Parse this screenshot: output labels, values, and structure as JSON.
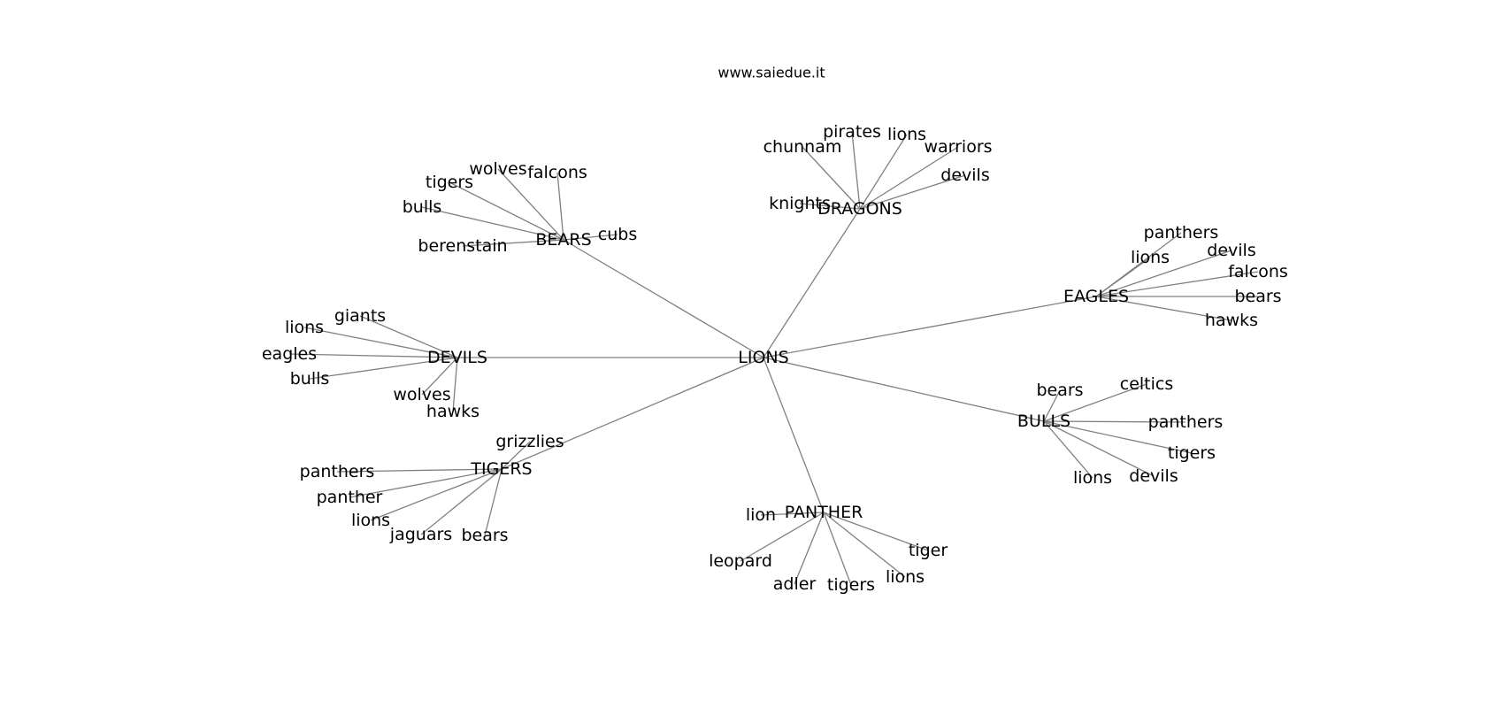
{
  "header": {
    "site": "www.saiedue.it"
  },
  "style": {
    "edge_color": "#808080",
    "text_color": "#000000",
    "background": "#ffffff"
  },
  "diagram": {
    "type": "radial-tree",
    "root": {
      "label": "LIONS",
      "children": [
        {
          "label": "DRAGONS",
          "children": [
            "chunnam",
            "pirates",
            "lions",
            "warriors",
            "devils",
            "knights"
          ]
        },
        {
          "label": "BEARS",
          "children": [
            "wolves",
            "falcons",
            "tigers",
            "bulls",
            "berenstain",
            "cubs"
          ]
        },
        {
          "label": "EAGLES",
          "children": [
            "panthers",
            "lions",
            "devils",
            "falcons",
            "bears",
            "hawks"
          ]
        },
        {
          "label": "DEVILS",
          "children": [
            "giants",
            "lions",
            "eagles",
            "bulls",
            "wolves",
            "hawks"
          ]
        },
        {
          "label": "BULLS",
          "children": [
            "bears",
            "celtics",
            "panthers",
            "tigers",
            "devils",
            "lions"
          ]
        },
        {
          "label": "TIGERS",
          "children": [
            "grizzlies",
            "panthers",
            "panther",
            "lions",
            "jaguars",
            "bears"
          ]
        },
        {
          "label": "PANTHER",
          "children": [
            "lion",
            "leopard",
            "adler",
            "tigers",
            "lions",
            "tiger"
          ]
        }
      ]
    }
  }
}
